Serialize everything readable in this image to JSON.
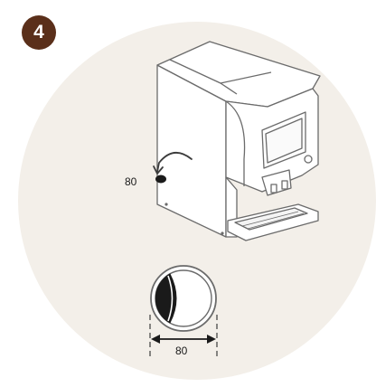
{
  "step": {
    "number": "4"
  },
  "illustration": {
    "hole_label": "80",
    "dimension_label": "80"
  },
  "colors": {
    "badge": "#5a2f1a",
    "background_circle": "#f3efe9",
    "outline": "#6b6b6b",
    "hole_fill": "#1a1a1a"
  },
  "icons": [
    "curved-arrow-icon",
    "double-arrow-icon"
  ]
}
